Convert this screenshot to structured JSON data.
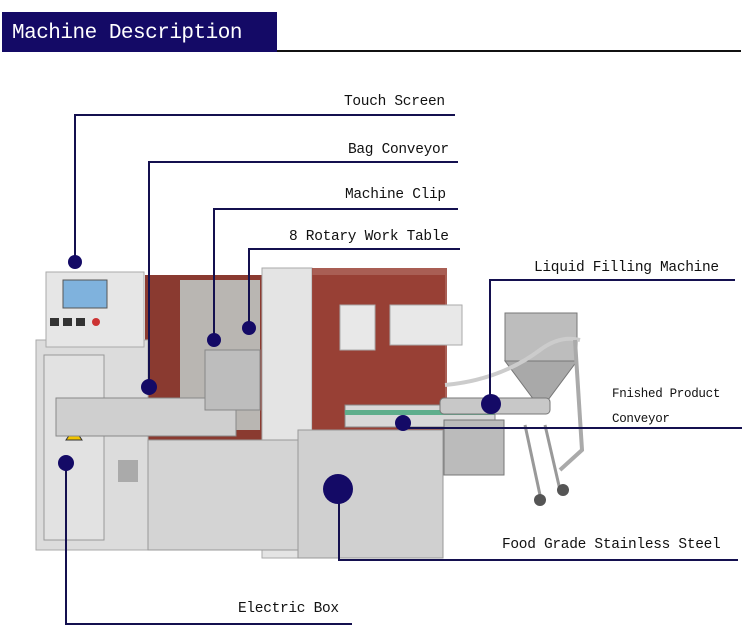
{
  "header": {
    "title": "Machine Description"
  },
  "callouts": {
    "touch_screen": "Touch Screen",
    "bag_conveyor": "Bag Conveyor",
    "machine_clip": "Machine Clip",
    "rotary_table": "8 Rotary Work Table",
    "liquid_filling": "Liquid Filling Machine",
    "finished_line1": "Fnished Product",
    "finished_line2": "Conveyor",
    "stainless": "Food Grade Stainless Steel",
    "electric_box": "Electric Box"
  },
  "colors": {
    "navy": "#140a66",
    "line": "#14104f"
  }
}
